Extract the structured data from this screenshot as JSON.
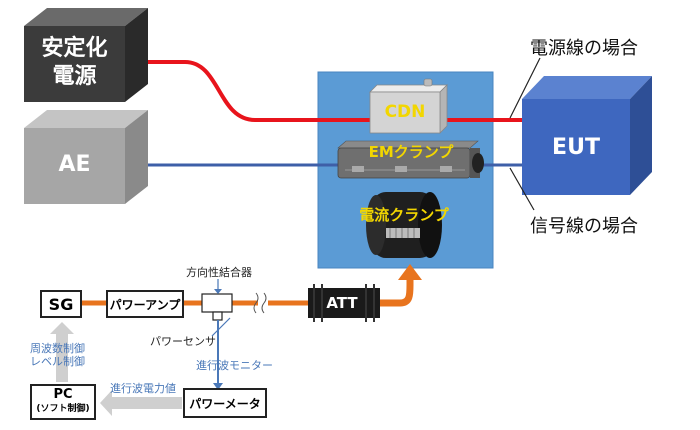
{
  "power_supply": {
    "line1": "安定化",
    "line2": "電源"
  },
  "ae": {
    "label": "AE"
  },
  "eut": {
    "label": "EUT"
  },
  "cdn": {
    "label": "CDN"
  },
  "em_clamp": {
    "label": "EMクランプ"
  },
  "current_clamp": {
    "label": "電流クランプ"
  },
  "notes": {
    "power_line_case": "電源線の場合",
    "signal_line_case": "信号線の場合"
  },
  "chain": {
    "sg": "SG",
    "power_amp": "パワーアンプ",
    "coupler_label": "方向性結合器",
    "power_sensor": "パワーセンサ",
    "att": "ATT",
    "forward_monitor": "進行波モニター",
    "power_meter": "パワーメータ",
    "forward_power_value": "進行波電力値",
    "pc": "PC",
    "pc_sub": "(ソフト制御)",
    "freq_control": "周波数制御",
    "level_control": "レベル制御"
  },
  "colors": {
    "power_line": "#e8141c",
    "signal_line": "#3e5fa8",
    "rf_cable": "#e8741e",
    "test_area": "#5b9bd5",
    "eut": "#3a62b8",
    "power_supply": "#444444",
    "ae": "#9a9a9a",
    "cdn": "#d9d9d9",
    "arrow_gray": "#c8c8c8"
  },
  "icons": [
    "coupler-icon",
    "cable-break-icon",
    "attenuator-icon",
    "arrow-up-icon"
  ]
}
